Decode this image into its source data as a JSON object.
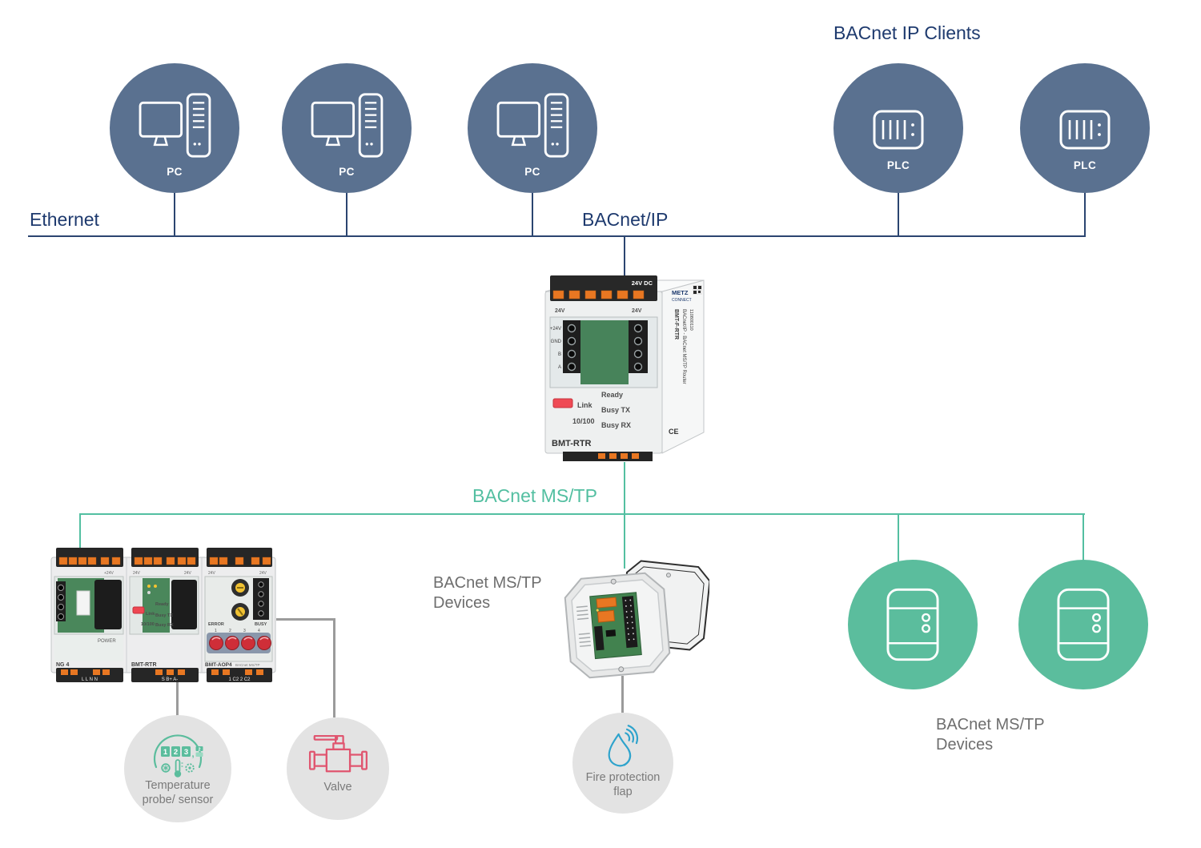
{
  "colors": {
    "node_blue": "#5a7190",
    "line_blue": "#2b4570",
    "text_navy": "#1e3a6e",
    "bus_green": "#53bfa1",
    "node_green": "#5bbd9d",
    "gray_circle": "#e3e3e3",
    "gray_text": "#6e6e6e",
    "gray_line": "#9b9b9b",
    "valve_pink": "#e0556f",
    "fire_blue": "#2ea3cc",
    "terminal_orange": "#e87722",
    "pcb_green": "#47835a"
  },
  "header": {
    "bacnet_ip_clients": "BACnet IP Clients"
  },
  "bus": {
    "ethernet": "Ethernet",
    "bacnet_ip": "BACnet/IP",
    "bacnet_mstp": "BACnet MS/TP",
    "devices_line1": "BACnet MS/TP",
    "devices_line2": "Devices"
  },
  "nodes": {
    "pc": "PC",
    "plc": "PLC"
  },
  "sensors": {
    "temperature": {
      "line1": "Temperature",
      "line2": "probe/ sensor",
      "d1": "1",
      "d2": "2",
      "d3": "3",
      "comma": ",",
      "d4": "2"
    },
    "valve": {
      "label": "Valve"
    },
    "fire": {
      "line1": "Fire protection",
      "line2": "flap"
    }
  },
  "router": {
    "name": "BMT-RTR",
    "terminal_label": "24V DC",
    "v_left": "24V",
    "v_right": "24V",
    "pin1": "+24V",
    "pin2": "GND",
    "pin3": "B",
    "pin4": "A",
    "ready": "Ready",
    "link": "Link",
    "busy_tx": "Busy TX",
    "speed": "10/100",
    "busy_rx": "Busy RX",
    "brand1": "METZ",
    "brand2": "CONNECT",
    "side_model": "BMT-F-RTR",
    "side_desc": "BACnet/IP - BACnet MS/TP Router",
    "side_num": "110800110",
    "ce": "CE"
  },
  "assembly": {
    "m1_top": "+24V",
    "m2_top_l": "24V",
    "m2_top_r": "24V",
    "m3_top_l": "24V",
    "m3_top_r": "24V",
    "m1_name": "NG 4",
    "m1_power": "POWER",
    "m1_bottom": "L  L        N  N",
    "m2_name": "BMT-RTR",
    "m2_ready": "Ready",
    "m2_link": "Link",
    "m2_busy_tx": "Busy TX",
    "m2_speed": "10/100",
    "m2_busy_rx": "Busy RX",
    "m2_bottom": "S   B+   A-",
    "m3_name": "BMT-AOP4",
    "m3_sub": "BACnet MS/TP",
    "m3_error": "ERROR",
    "m3_busy": "BUSY",
    "m3_n1": "1",
    "m3_n2": "2",
    "m3_n3": "3",
    "m3_n4": "4",
    "m3_bottom": "1  C2      2  C2"
  }
}
